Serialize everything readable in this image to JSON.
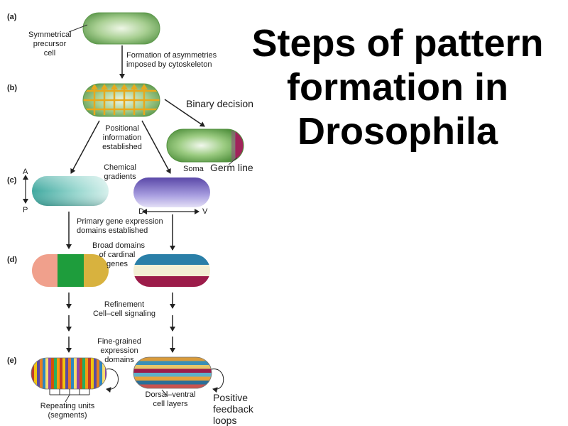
{
  "title": "Steps of pattern formation in Drosophila",
  "title_lines": [
    "Steps of pattern",
    "formation in",
    "Drosophila"
  ],
  "steps": {
    "a": "(a)",
    "b": "(b)",
    "c": "(c)",
    "d": "(d)",
    "e": "(e)"
  },
  "labels": {
    "precursor": [
      "Symmetrical",
      "precursor",
      "cell"
    ],
    "asymmetries": [
      "Formation of asymmetries",
      "imposed by cytoskeleton"
    ],
    "binary": "Binary decision",
    "positional": [
      "Positional",
      "information",
      "established"
    ],
    "soma": "Soma",
    "germ_line": "Germ line",
    "chemical": [
      "Chemical",
      "gradients"
    ],
    "axis_a": "A",
    "axis_p": "P",
    "axis_d": "D",
    "axis_v": "V",
    "primary": [
      "Primary gene expression",
      "domains established"
    ],
    "broad": [
      "Broad domains",
      "of cardinal",
      "genes"
    ],
    "refinement": [
      "Refinement",
      "Cell–cell signaling"
    ],
    "fine": [
      "Fine-grained",
      "expression",
      "domains"
    ],
    "repeating": [
      "Repeating units",
      "(segments)"
    ],
    "dorsal": [
      "Dorsal–ventral",
      "cell layers"
    ],
    "positive": [
      "Positive",
      "feedback",
      "loops"
    ]
  },
  "colors": {
    "cell_green": "#7fb36a",
    "cell_teal": "#6cc0b8",
    "cell_purple": "#7a6cc0",
    "arrow_yellow": "#e8a91d",
    "germ_magenta": "#a0245a",
    "domain_pink": "#f0a08c",
    "domain_green": "#1e9d3c",
    "domain_yellow": "#d8b23e",
    "band_blue": "#2a7fa8",
    "band_cream": "#f3efd4",
    "band_maroon": "#9c1c4a"
  }
}
